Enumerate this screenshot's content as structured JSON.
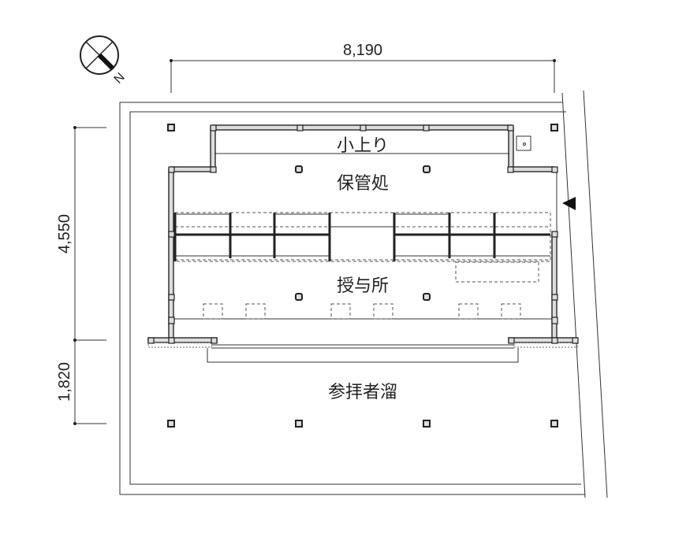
{
  "rooms": {
    "koagari": "小上り",
    "hokansho": "保管処",
    "juyosho": "授与所",
    "sanpaisha_damari": "参拝者溜"
  },
  "dimensions": {
    "width": "8,190",
    "depth_building": "4,550",
    "depth_waiting": "1,820"
  },
  "north_label": "N"
}
